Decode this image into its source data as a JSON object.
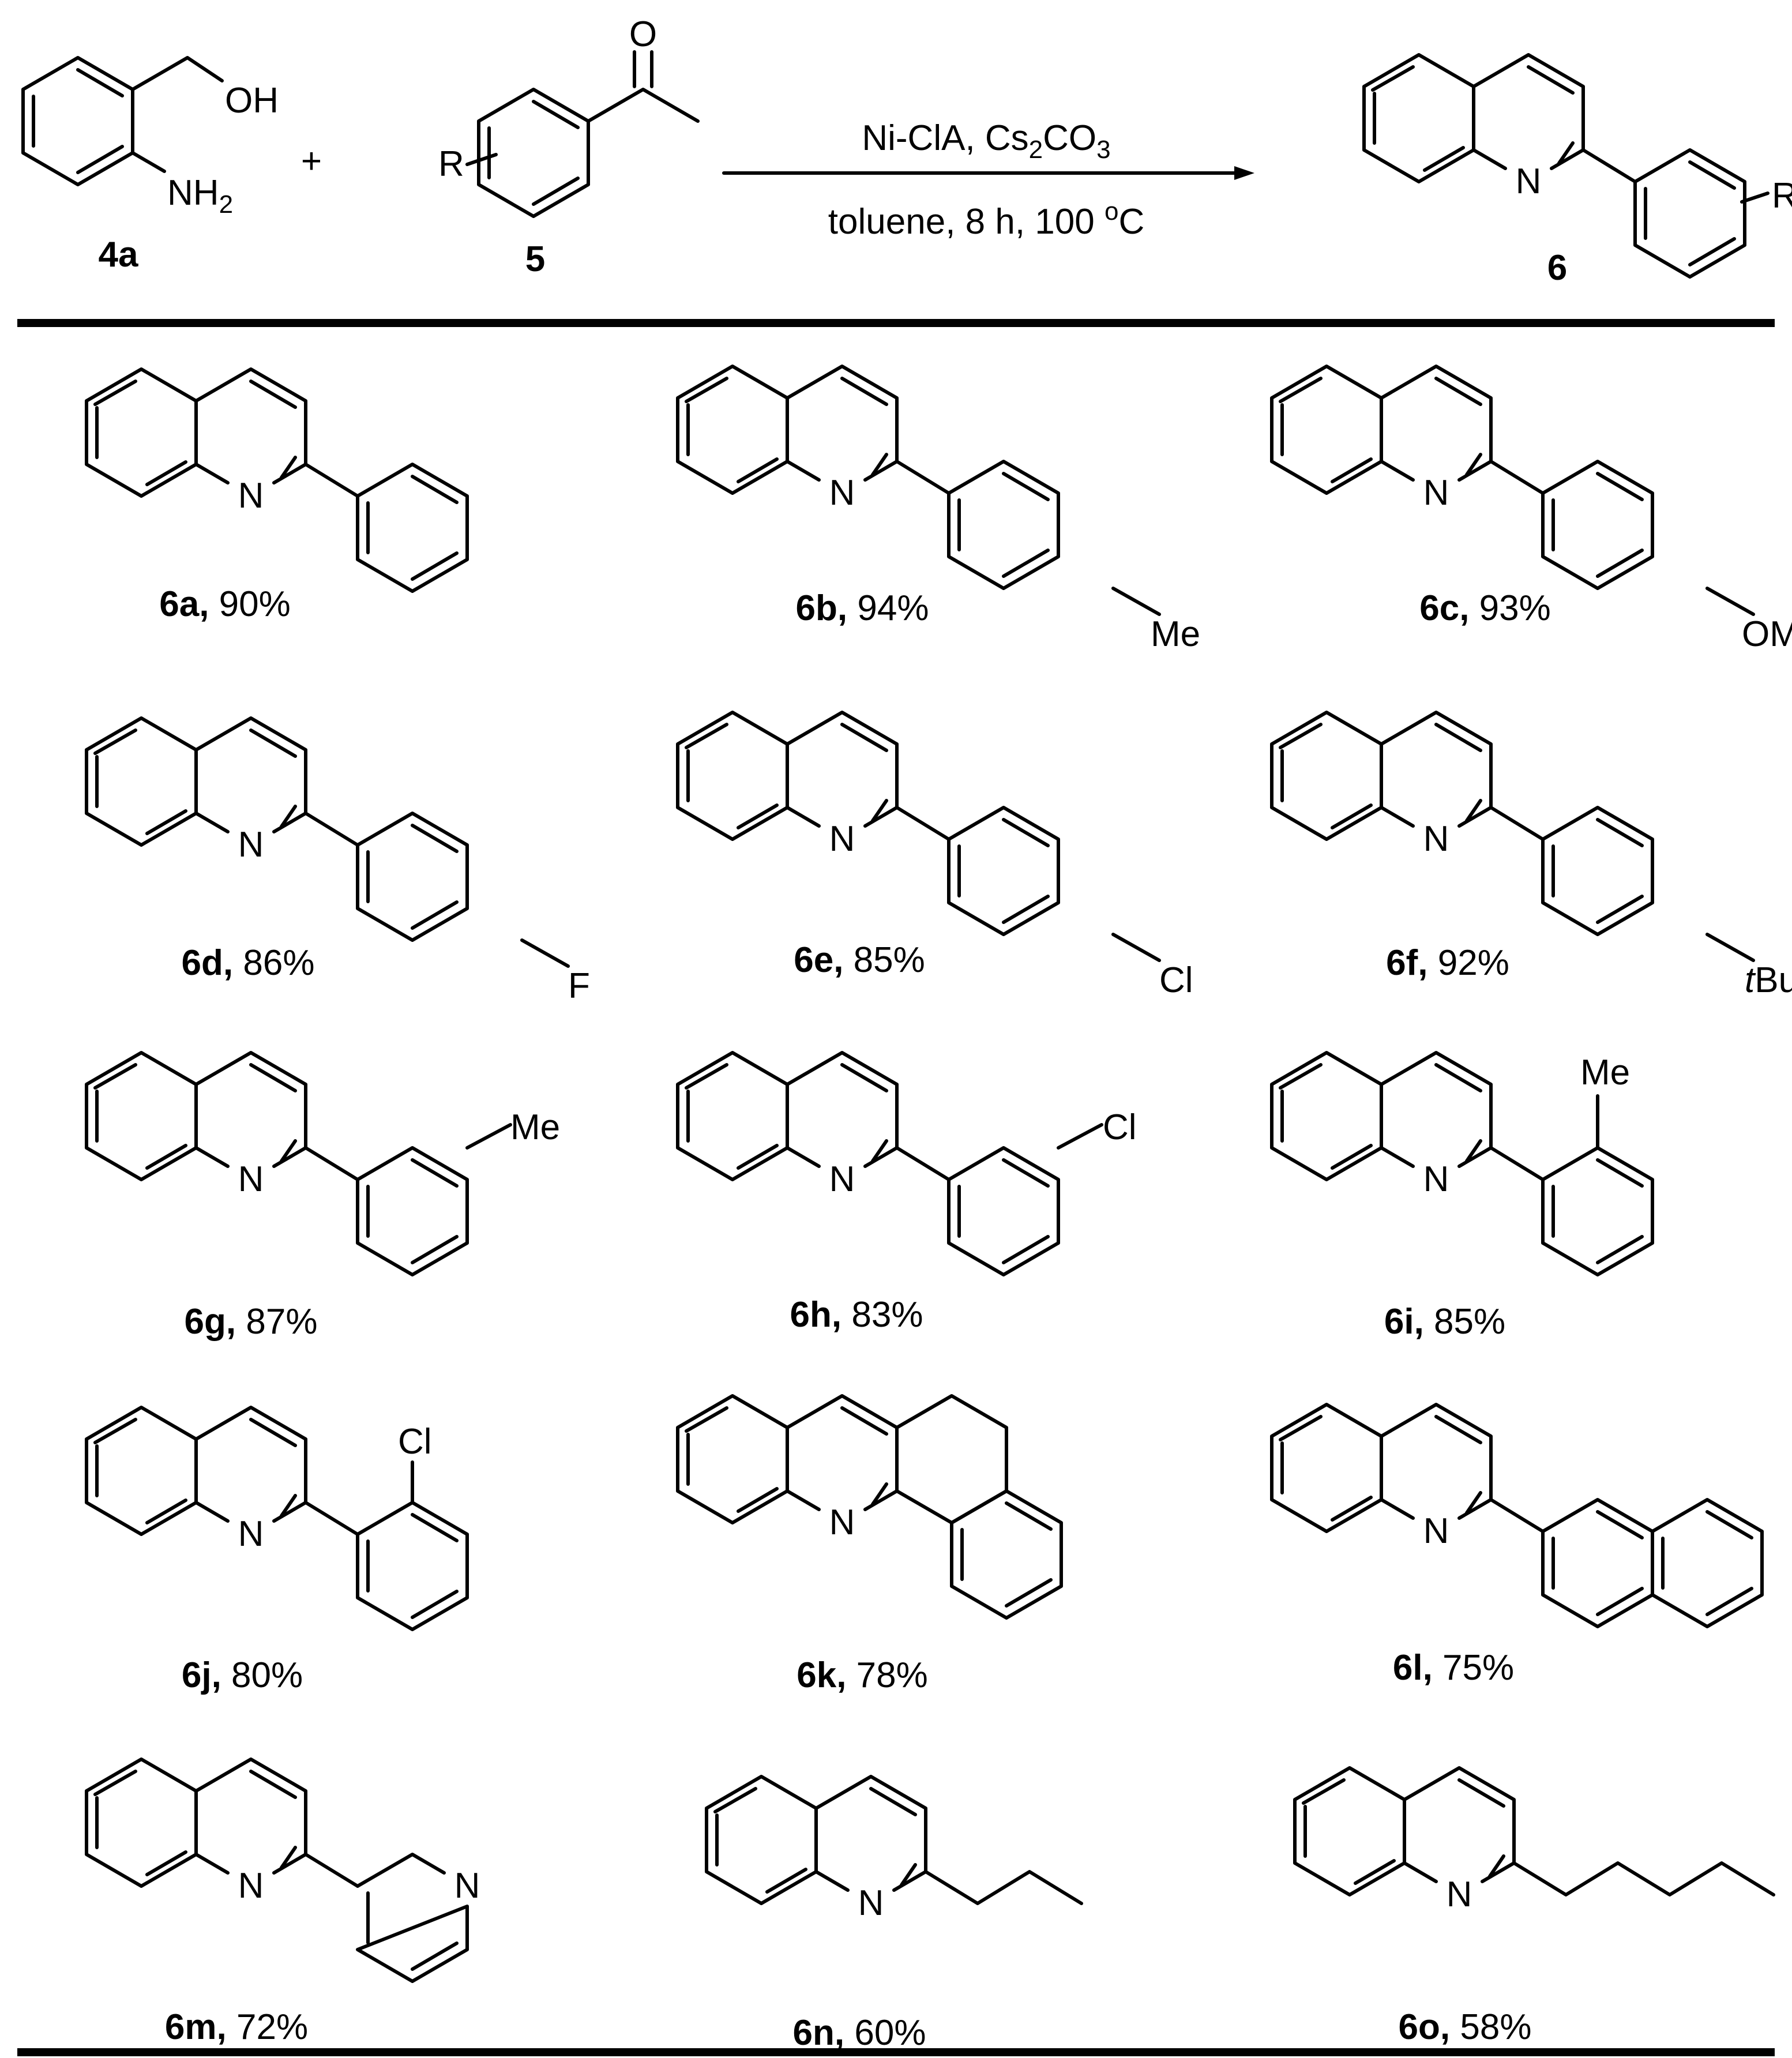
{
  "reaction": {
    "reactant1": {
      "id": "4a",
      "oh": "OH",
      "nh2": "NH",
      "nh2_sub": "2"
    },
    "plus": "+",
    "reactant2": {
      "id": "5",
      "r": "R",
      "o": "O"
    },
    "conditions": {
      "reagent_a": "Ni-ClA, Cs",
      "reagent_sub1": "2",
      "reagent_b": "CO",
      "reagent_sub2": "3",
      "solvent_a": "toluene, 8 h, 100 ",
      "solvent_sup": "o",
      "solvent_b": "C"
    },
    "product": {
      "id": "6",
      "n": "N",
      "r": "R"
    }
  },
  "products": [
    {
      "id": "6a",
      "yield": "90%",
      "sub": ""
    },
    {
      "id": "6b",
      "yield": "94%",
      "sub": "Me"
    },
    {
      "id": "6c",
      "yield": "93%",
      "sub": "OMe"
    },
    {
      "id": "6d",
      "yield": "86%",
      "sub": "F"
    },
    {
      "id": "6e",
      "yield": "85%",
      "sub": "Cl"
    },
    {
      "id": "6f",
      "yield": "92%",
      "sub_italic": "t",
      "sub": "Bu"
    },
    {
      "id": "6g",
      "yield": "87%",
      "sub": "Me"
    },
    {
      "id": "6h",
      "yield": "83%",
      "sub": "Cl"
    },
    {
      "id": "6i",
      "yield": "85%",
      "sub": "Me"
    },
    {
      "id": "6j",
      "yield": "80%",
      "sub": "Cl"
    },
    {
      "id": "6k",
      "yield": "78%",
      "sub": ""
    },
    {
      "id": "6l",
      "yield": "75%",
      "sub": ""
    },
    {
      "id": "6m",
      "yield": "72%",
      "sub": "N"
    },
    {
      "id": "6n",
      "yield": "60%",
      "sub": ""
    },
    {
      "id": "6o",
      "yield": "58%",
      "sub": ""
    }
  ],
  "atom_n": "N",
  "yield_sep": ", "
}
